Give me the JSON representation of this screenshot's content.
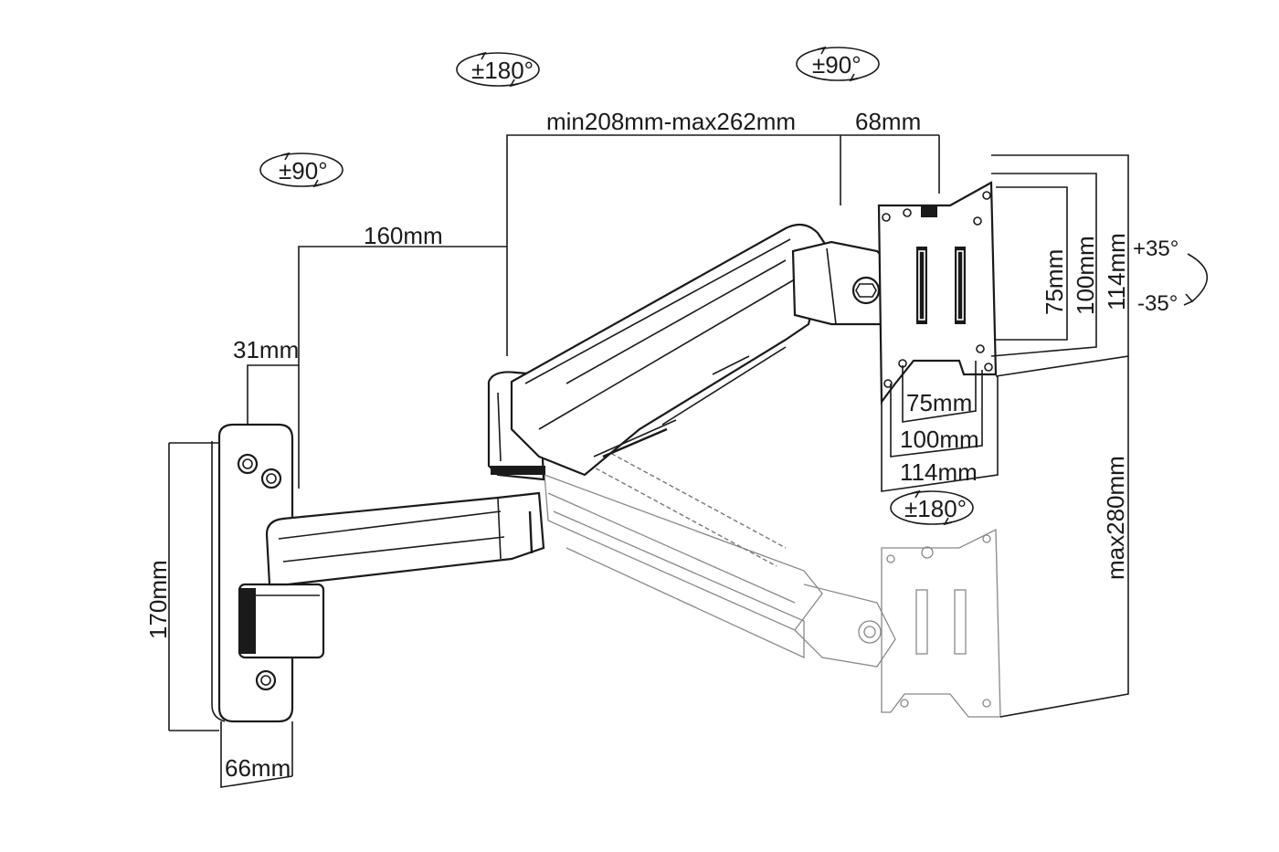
{
  "rotation_labels": {
    "wall_swivel": "±90°",
    "arm_swivel": "±180°",
    "head_swivel": "±90°",
    "rotation": "±180°",
    "tilt_up": "+35°",
    "tilt_down": "-35°"
  },
  "dimensions": {
    "wall_offset": "31mm",
    "first_arm": "160mm",
    "second_arm": "min208mm-max262mm",
    "head_depth": "68mm",
    "plate_height": "170mm",
    "plate_width": "66mm",
    "vesa_h_75": "75mm",
    "vesa_h_100": "100mm",
    "vesa_h_114": "114mm",
    "vesa_w_75": "75mm",
    "vesa_w_100": "100mm",
    "vesa_w_114": "114mm",
    "max_height": "max280mm"
  }
}
